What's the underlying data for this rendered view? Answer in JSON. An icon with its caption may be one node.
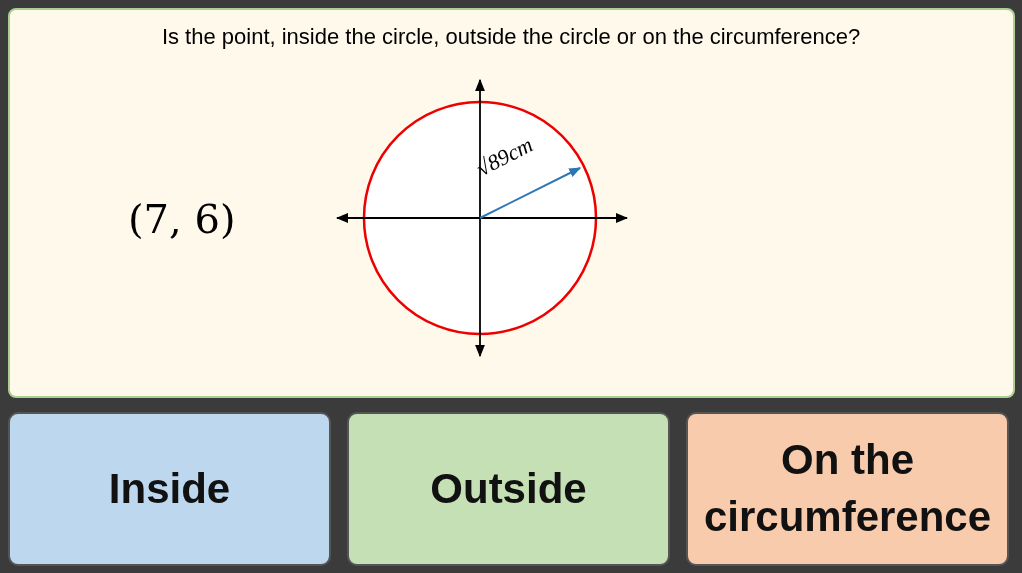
{
  "diagram": {
    "title": "Is the point, inside the circle, outside the circle or on the circumference?",
    "nodes": [
      {
        "text": [
          "Inside"
        ]
      },
      {
        "text": [
          "Outside"
        ]
      },
      {
        "text": [
          "On the circumference"
        ]
      }
    ],
    "labels": [
      "(7, 6)",
      "√89cm"
    ]
  }
}
